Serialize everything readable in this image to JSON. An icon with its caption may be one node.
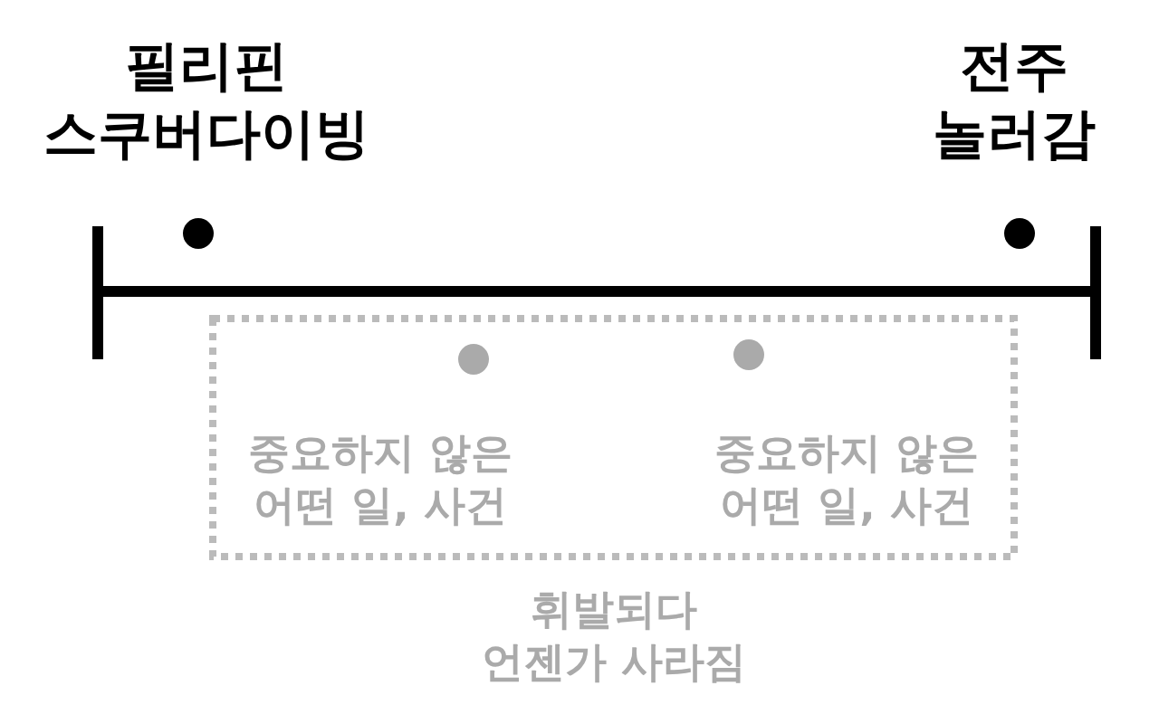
{
  "diagram": {
    "labels": [
      "필리핀 스쿠버다이빙",
      "전주 놀러감",
      "중요하지 않은 어떤 일, 사건",
      "중요하지 않은 어떤 일, 사건",
      "휘발되다 언젠가 사라짐"
    ]
  }
}
